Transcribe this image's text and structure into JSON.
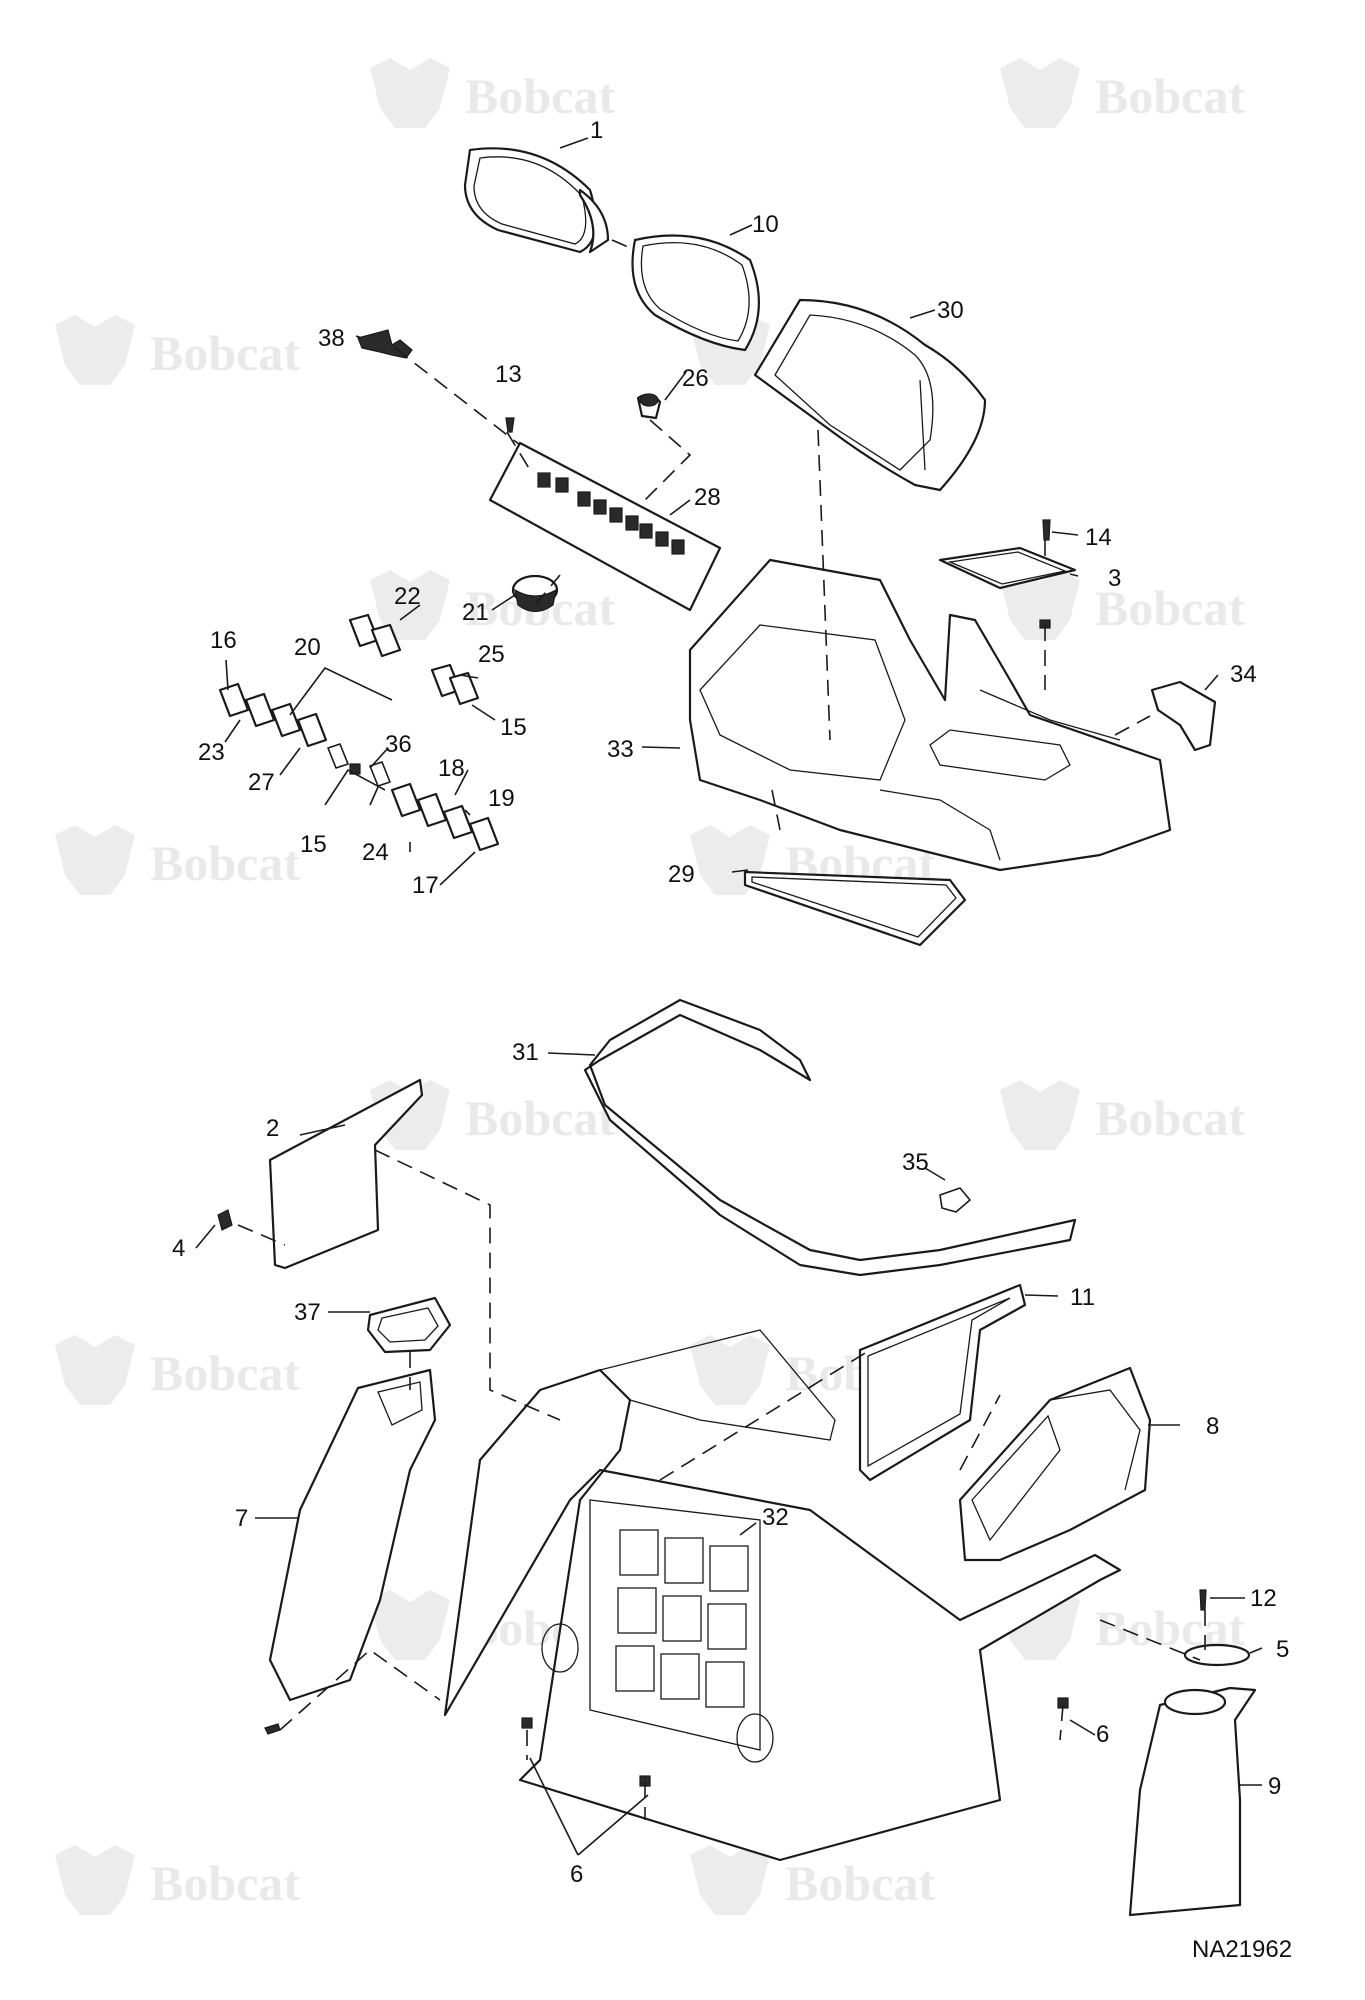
{
  "watermark": {
    "brand": "Bobcat"
  },
  "drawing_code": "NA21962",
  "callouts": {
    "c1": "1",
    "c2": "2",
    "c3": "3",
    "c4": "4",
    "c5": "5",
    "c6a": "6",
    "c6b": "6",
    "c7": "7",
    "c8": "8",
    "c9": "9",
    "c10": "10",
    "c11": "11",
    "c12": "12",
    "c13": "13",
    "c14": "14",
    "c15a": "15",
    "c15b": "15",
    "c16": "16",
    "c17": "17",
    "c18": "18",
    "c19": "19",
    "c20": "20",
    "c21": "21",
    "c22": "22",
    "c23": "23",
    "c24": "24",
    "c25": "25",
    "c26": "26",
    "c27": "27",
    "c28": "28",
    "c29": "29",
    "c30": "30",
    "c31": "31",
    "c32": "32",
    "c33": "33",
    "c34": "34",
    "c35": "35",
    "c36": "36",
    "c37": "37",
    "c38": "38"
  }
}
